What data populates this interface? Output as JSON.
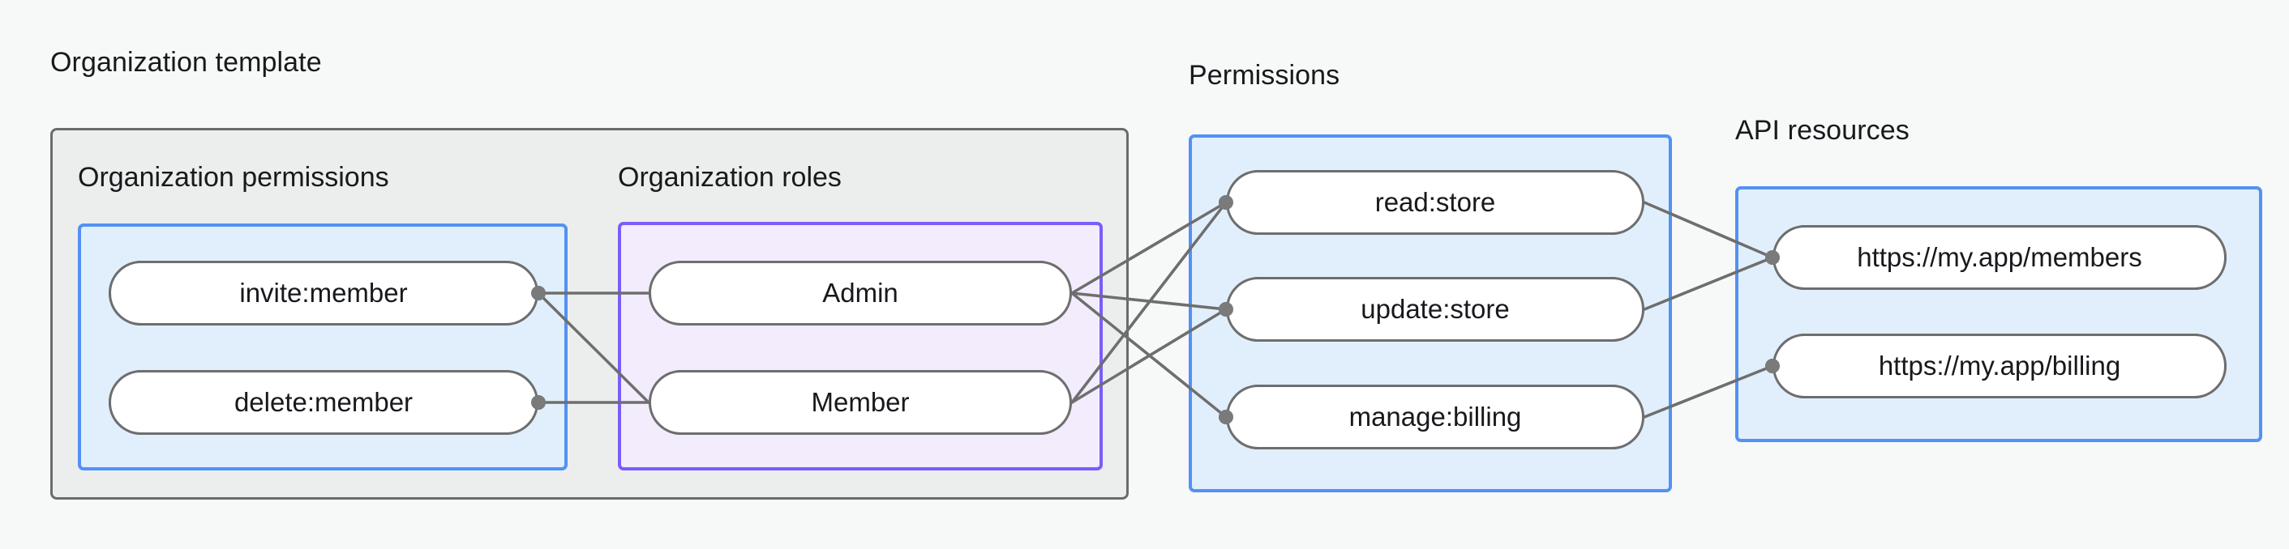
{
  "diagram": {
    "title_hidden": "",
    "background_color": "#f7f9f8",
    "groups": [
      {
        "id": "organization-template",
        "label": "Organization template",
        "fill": "#eceeed",
        "stroke": "#6b6b6b"
      },
      {
        "id": "permissions",
        "label": "Permissions",
        "fill": "#e1effd",
        "stroke": "#5391f5"
      },
      {
        "id": "api-resources",
        "label": "API resources",
        "fill": "#e1effd",
        "stroke": "#5391f5"
      }
    ],
    "subgroups": [
      {
        "id": "organization-permissions",
        "label": "Organization permissions",
        "fill": "#e1effd",
        "stroke": "#5391f5"
      },
      {
        "id": "organization-roles",
        "label": "Organization roles",
        "fill": "#f2ecfd",
        "stroke": "#7c5cfa"
      }
    ],
    "nodes": {
      "organization_permissions": [
        {
          "id": "invite-member",
          "label": "invite:member"
        },
        {
          "id": "delete-member",
          "label": "delete:member"
        }
      ],
      "organization_roles": [
        {
          "id": "admin",
          "label": "Admin"
        },
        {
          "id": "member",
          "label": "Member"
        }
      ],
      "permissions": [
        {
          "id": "read-store",
          "label": "read:store"
        },
        {
          "id": "update-store",
          "label": "update:store"
        },
        {
          "id": "manage-billing",
          "label": "manage:billing"
        }
      ],
      "api_resources": [
        {
          "id": "members-resource",
          "label": "https://my.app/members"
        },
        {
          "id": "billing-resource",
          "label": "https://my.app/billing"
        }
      ]
    },
    "edges": [
      {
        "from": "invite-member",
        "to": "admin"
      },
      {
        "from": "invite-member",
        "to": "member"
      },
      {
        "from": "delete-member",
        "to": "member"
      },
      {
        "from": "admin",
        "to": "read-store"
      },
      {
        "from": "admin",
        "to": "update-store"
      },
      {
        "from": "admin",
        "to": "manage-billing"
      },
      {
        "from": "member",
        "to": "read-store"
      },
      {
        "from": "member",
        "to": "update-store"
      },
      {
        "from": "read-store",
        "to": "members-resource"
      },
      {
        "from": "update-store",
        "to": "members-resource"
      },
      {
        "from": "manage-billing",
        "to": "billing-resource"
      }
    ],
    "edge_color": "#6e6e6e",
    "connector_dot_color": "#7a7a7a"
  }
}
